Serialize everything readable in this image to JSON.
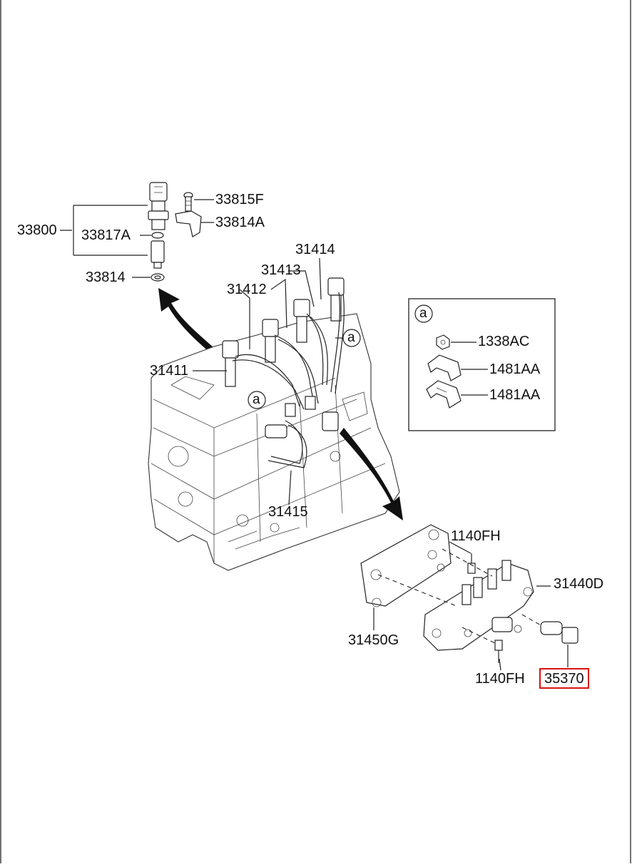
{
  "diagram": {
    "callout_letter": "a",
    "legend_box": {
      "letter": "a",
      "items": [
        {
          "code": "1338AC",
          "icon": "nut-icon"
        },
        {
          "code": "1481AA",
          "icon": "clip-icon"
        },
        {
          "code": "1481AA",
          "icon": "clip-icon"
        }
      ]
    },
    "labels": {
      "injector_assembly": "33800",
      "bolt": "33815F",
      "clamp": "33814A",
      "o_ring": "33817A",
      "washer": "33814",
      "line_31411": "31411",
      "line_31412": "31412",
      "line_31413": "31413",
      "line_31414": "31414",
      "line_31415": "31415",
      "bolt_upper": "1140FH",
      "bolt_lower": "1140FH",
      "rail": "31440D",
      "bracket": "31450G",
      "sensor": "35370"
    },
    "highlight_color": "#dd1111"
  }
}
